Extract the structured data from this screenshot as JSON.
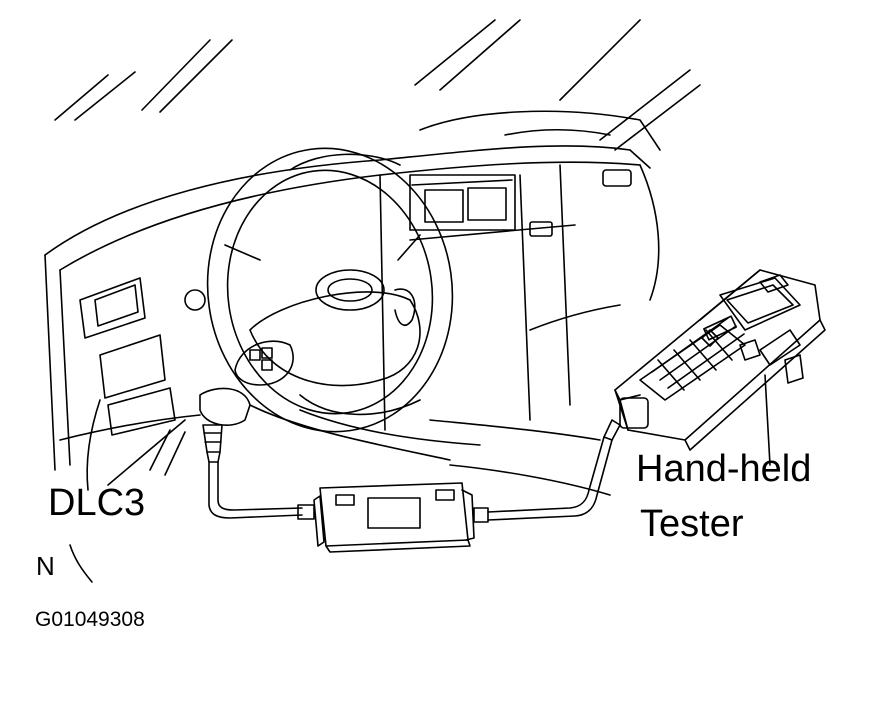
{
  "labels": {
    "dlc3": "DLC3",
    "tester_line1": "Hand-held",
    "tester_line2": "Tester",
    "north_mark": "N",
    "figure_id": "G01049308"
  },
  "colors": {
    "ink": "#000000",
    "paper": "#ffffff"
  }
}
